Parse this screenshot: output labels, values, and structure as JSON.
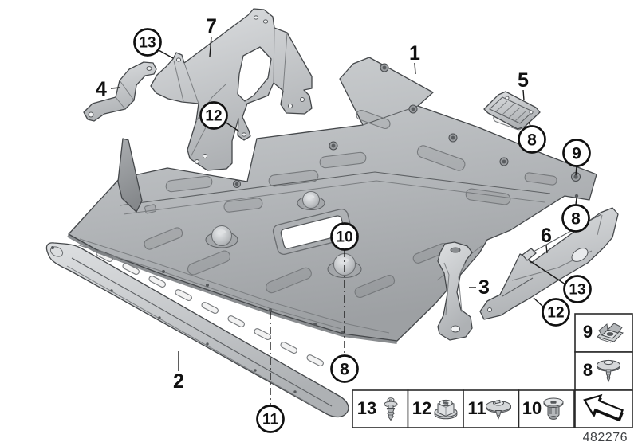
{
  "diagram": {
    "drawing_number": "482276",
    "background": "#ffffff",
    "line_color": "#45484b",
    "part_fill_light": "#d8dadc",
    "part_fill_mid": "#bcbfc2",
    "part_fill_dark": "#96999c"
  },
  "callouts": [
    {
      "label": "1",
      "circled": false
    },
    {
      "label": "2",
      "circled": false
    },
    {
      "label": "3",
      "circled": false
    },
    {
      "label": "4",
      "circled": false
    },
    {
      "label": "5",
      "circled": false
    },
    {
      "label": "6",
      "circled": false
    },
    {
      "label": "7",
      "circled": false
    },
    {
      "label": "8",
      "circled": true
    },
    {
      "label": "8",
      "circled": true
    },
    {
      "label": "8",
      "circled": true
    },
    {
      "label": "9",
      "circled": true
    },
    {
      "label": "10",
      "circled": true
    },
    {
      "label": "11",
      "circled": true
    },
    {
      "label": "12",
      "circled": true
    },
    {
      "label": "12",
      "circled": true
    },
    {
      "label": "13",
      "circled": true
    },
    {
      "label": "13",
      "circled": true
    }
  ],
  "legend": {
    "bottom_row": [
      {
        "label": "13",
        "icon": "expansion-rivet-icon"
      },
      {
        "label": "12",
        "icon": "hex-flange-nut-icon"
      },
      {
        "label": "11",
        "icon": "washer-screw-icon"
      },
      {
        "label": "10",
        "icon": "expanding-rivet-nut-icon"
      }
    ],
    "side_column": [
      {
        "label": "9",
        "icon": "cage-nut-icon"
      },
      {
        "label": "8",
        "icon": "washer-screw-icon"
      }
    ]
  }
}
